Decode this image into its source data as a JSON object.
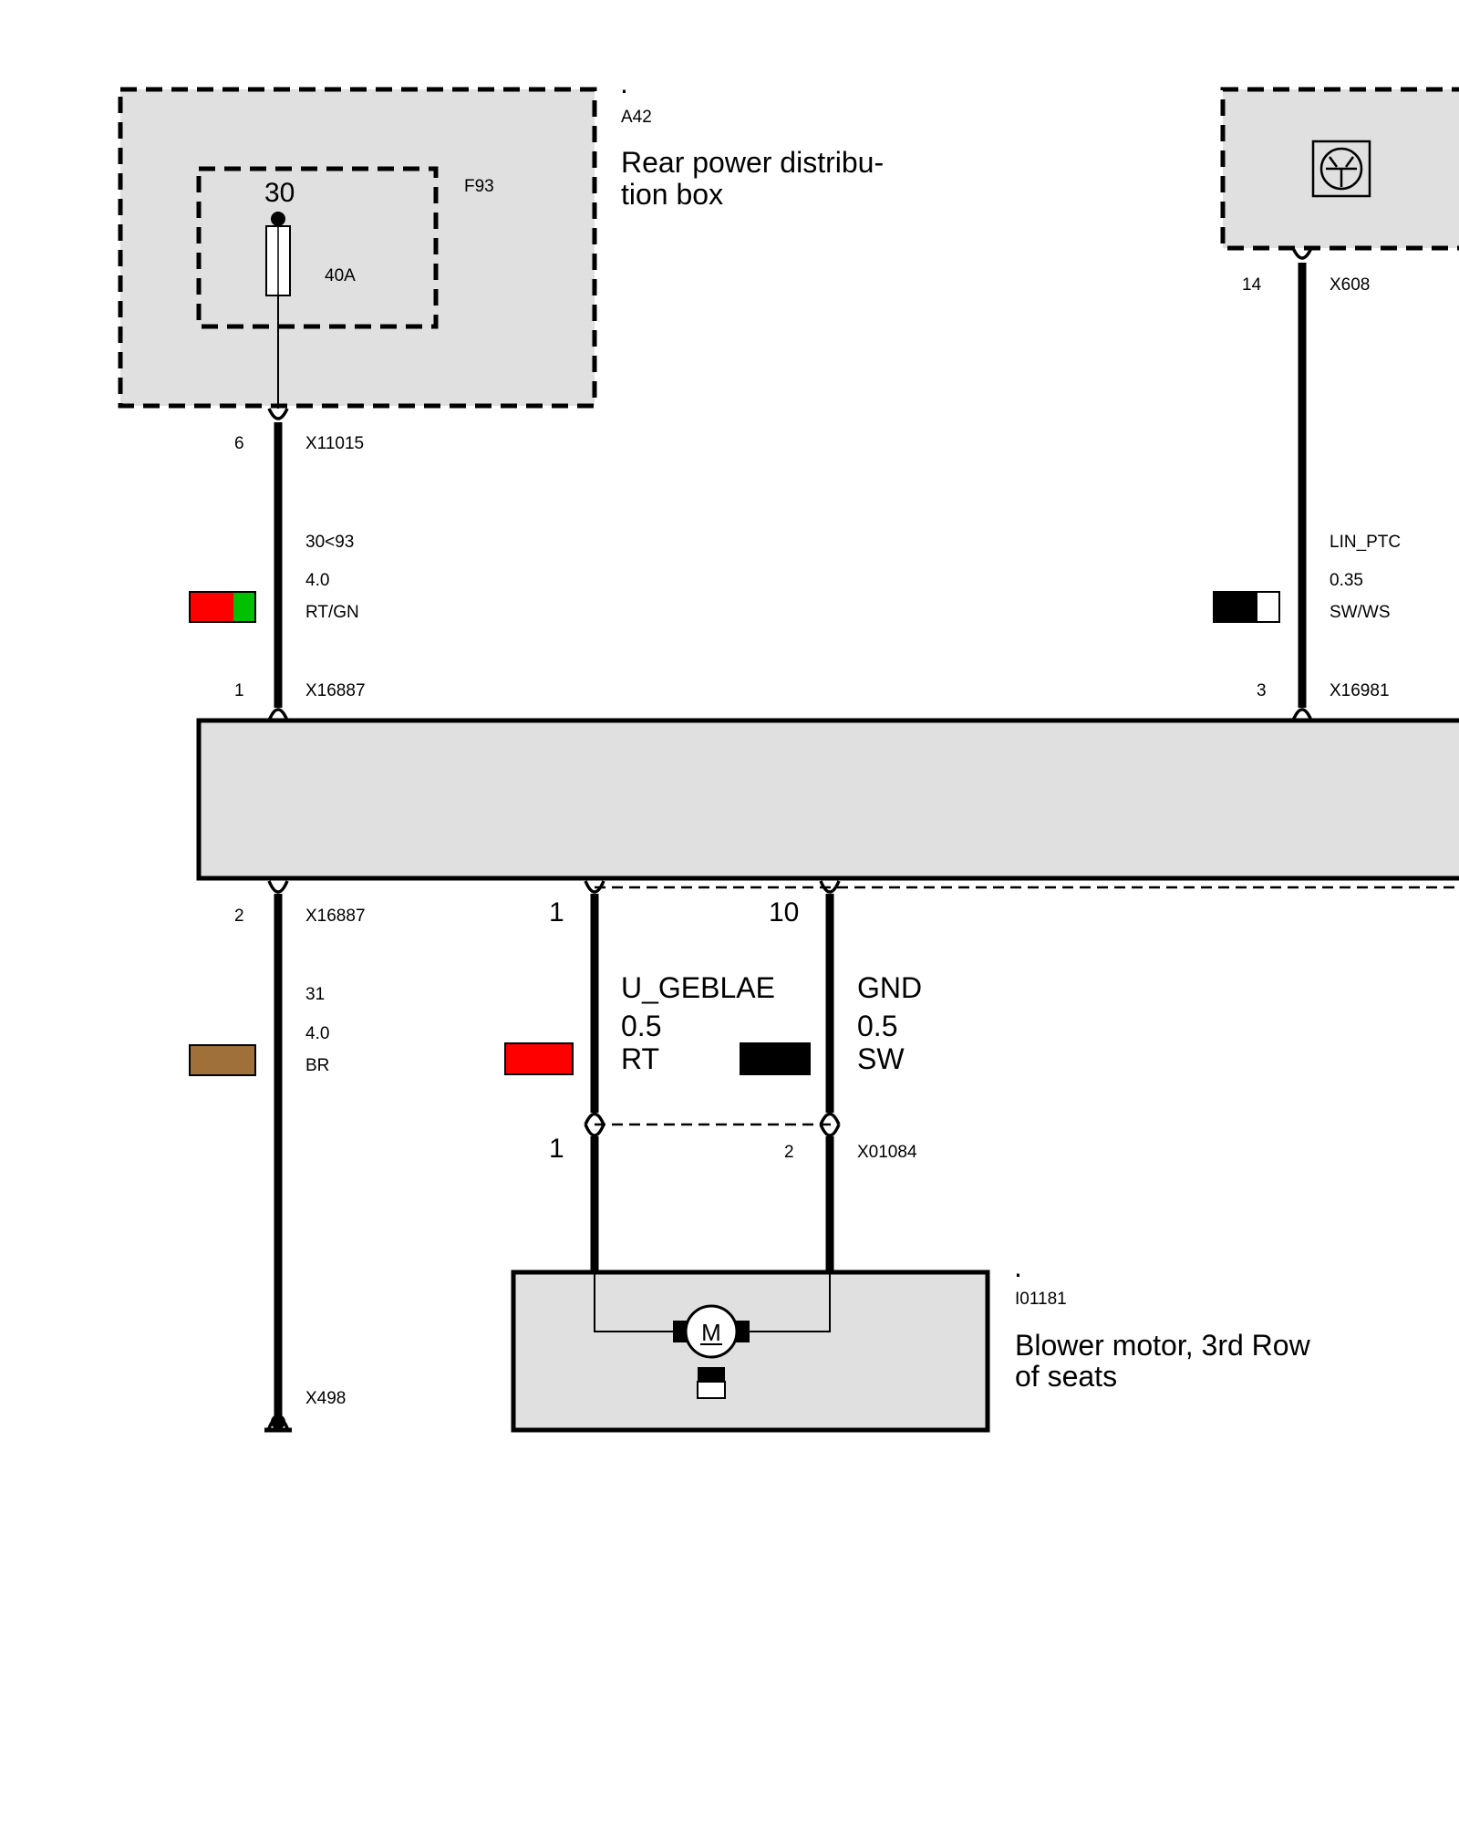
{
  "components": {
    "power_box": {
      "dot": ".",
      "id": "A42",
      "title_line1": "Rear power distribu-",
      "title_line2": "tion box",
      "fuse": {
        "id": "F93",
        "terminal": "30",
        "rating": "40A"
      }
    },
    "lin_module": {
      "pin": "14",
      "connector": "X608"
    },
    "blower_motor": {
      "dot": ".",
      "id": "I01181",
      "title_line1": "Blower motor, 3rd Row",
      "title_line2": "of seats",
      "motor_symbol": "M"
    }
  },
  "wires": {
    "supply": {
      "top_pin": "6",
      "top_connector": "X11015",
      "signal": "30<93",
      "gauge": "4.0",
      "color_code": "RT/GN",
      "bottom_pin": "1",
      "bottom_connector": "X16887",
      "swatch_colors": [
        "#ff0000",
        "#00c000"
      ]
    },
    "lin": {
      "signal": "LIN_PTC",
      "gauge": "0.35",
      "color_code": "SW/WS",
      "bottom_pin": "3",
      "bottom_connector": "X16981",
      "swatch_colors": [
        "#000000",
        "#ffffff"
      ]
    },
    "ground": {
      "top_pin": "2",
      "top_connector": "X16887",
      "signal": "31",
      "gauge": "4.0",
      "color_code": "BR",
      "end_connector": "X498",
      "swatch_colors": [
        "#a0703a"
      ]
    },
    "blower_supply": {
      "top_pin": "1",
      "signal": "U_GEBLAE",
      "gauge": "0.5",
      "color_code": "RT",
      "bottom_pin": "1",
      "swatch_colors": [
        "#ff0000"
      ]
    },
    "blower_ground": {
      "top_pin": "10",
      "signal": "GND",
      "gauge": "0.5",
      "color_code": "SW",
      "bottom_pin": "2",
      "bottom_connector": "X01084",
      "swatch_colors": [
        "#000000"
      ]
    }
  }
}
